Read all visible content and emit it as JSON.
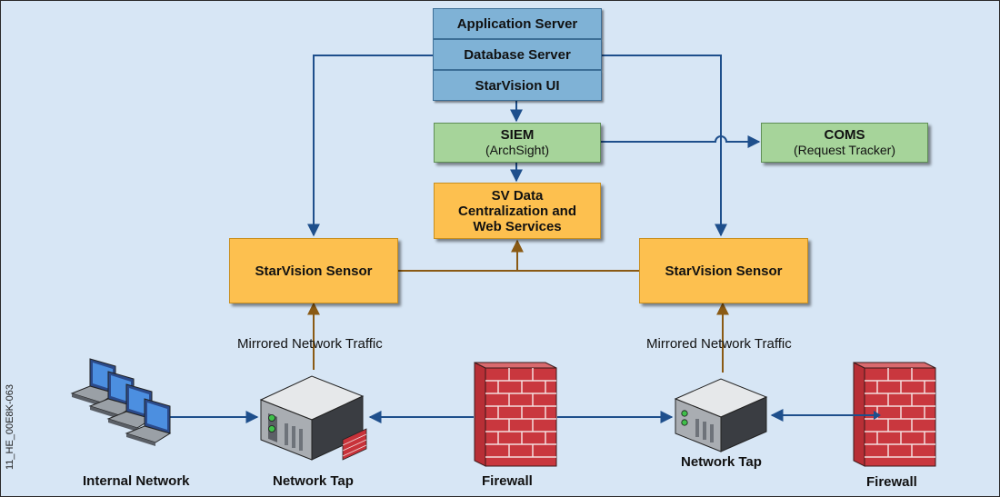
{
  "stack": {
    "application_server": "Application Server",
    "database_server": "Database Server",
    "ui": "StarVision UI"
  },
  "siem": {
    "title": "SIEM",
    "subtitle": "(ArchSight)"
  },
  "coms": {
    "title": "COMS",
    "subtitle": "(Request Tracker)"
  },
  "sv_data": {
    "line1": "SV Data",
    "line2": "Centralization and",
    "line3": "Web Services"
  },
  "sensors": {
    "left": "StarVision Sensor",
    "right": "StarVision Sensor"
  },
  "traffic": {
    "left": "Mirrored Network Traffic",
    "right": "Mirrored Network Traffic"
  },
  "bottom": {
    "internal_network": "Internal Network",
    "network_tap_left": "Network Tap",
    "firewall_middle": "Firewall",
    "network_tap_right": "Network Tap",
    "firewall_right": "Firewall"
  },
  "figure_id": "11_HE_00E8K-063",
  "colors": {
    "background": "#d7e6f5",
    "server_box": "#7fb2d6",
    "green_box": "#a6d49a",
    "orange_box": "#fdc04f",
    "blue_line": "#1e4f8c",
    "brown_line": "#8a5a14"
  },
  "icons": {
    "laptops": "laptop-group-icon",
    "tap_left": "network-tap-icon",
    "firewall_mid": "firewall-brick-icon",
    "tap_right": "network-tap-icon",
    "firewall_right": "firewall-brick-icon"
  }
}
